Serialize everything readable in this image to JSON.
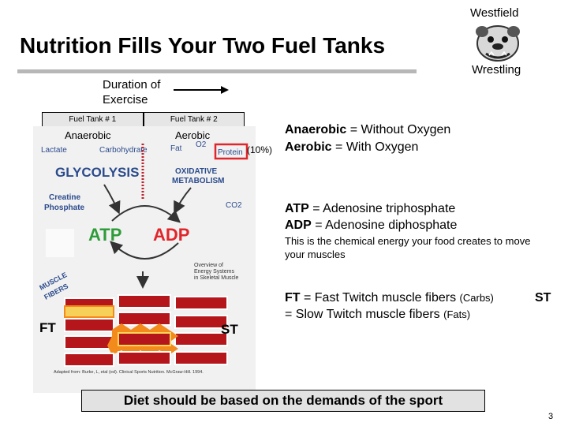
{
  "slide": {
    "title": "Nutrition Fills Your Two Fuel Tanks",
    "brand_top": "Westfield",
    "brand_bottom": "Wrestling",
    "duration_line1": "Duration of",
    "duration_line2": "Exercise",
    "page_number": "3"
  },
  "tanks": [
    {
      "label": "Fuel Tank # 1",
      "type": "Anaerobic"
    },
    {
      "label": "Fuel Tank # 2",
      "type": "Aerobic"
    }
  ],
  "diagram": {
    "lactate": "Lactate",
    "carbohydrate": "Carbohydrate",
    "fat": "Fat",
    "o2": "O2",
    "protein": "Protein",
    "percent": "(10%)",
    "glycolysis": "GLYCOLYSIS",
    "oxidative_1": "OXIDATIVE",
    "oxidative_2": "METABOLISM",
    "creatine_1": "Creatine",
    "creatine_2": "Phosphate",
    "co2": "CO2",
    "atp": "ATP",
    "adp": "ADP",
    "overview_1": "Overview of",
    "overview_2": "Energy Systems",
    "overview_3": "in Skeletal Muscle",
    "muscle_1": "MUSCLE",
    "muscle_2": "FIBERS",
    "credit": "Adapted from: Burke, L, etal (ed). Clinical Sports Nutrition. McGraw-Hill. 1994.",
    "ft": "FT",
    "st": "ST"
  },
  "definitions": {
    "anaerobic_term": "Anaerobic",
    "anaerobic_def": " = Without Oxygen",
    "aerobic_term": "Aerobic",
    "aerobic_def": " = With Oxygen",
    "atp_term": "ATP",
    "atp_def": " = Adenosine triphosphate",
    "adp_term": "ADP",
    "adp_def": " =  Adenosine diphosphate",
    "energy_note": "This is the chemical energy your food creates to move your muscles",
    "ft_term": "FT",
    "ft_def": " = Fast Twitch muscle fibers ",
    "ft_note": "(Carbs)",
    "st_term": "ST",
    "st_def": "= Slow Twitch muscle fibers ",
    "st_note": "(Fats)"
  },
  "footer": {
    "text": "Diet should be based on the demands of the sport"
  },
  "colors": {
    "atp_green": "#2e9c3a",
    "adp_red": "#e0262b",
    "diagram_blue": "#2b4b8c",
    "fiber_red": "#b5161b",
    "fiber_orange": "#f28a1c"
  }
}
